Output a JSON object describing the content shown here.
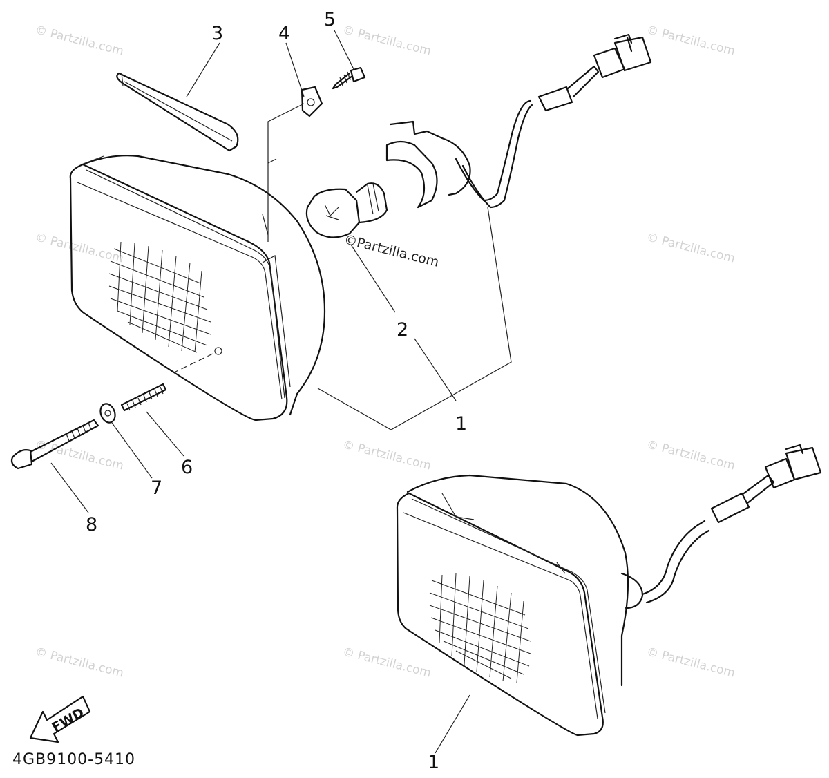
{
  "callouts": {
    "c1_top": "1",
    "c1_bottom": "1",
    "c2": "2",
    "c3": "3",
    "c4": "4",
    "c5": "5",
    "c6": "6",
    "c7": "7",
    "c8": "8"
  },
  "diagram_code": "4GB9100-5410",
  "fwd_label": "FWD",
  "watermark": "© Partzilla.com",
  "watermark_dark": "©Partzilla.com"
}
